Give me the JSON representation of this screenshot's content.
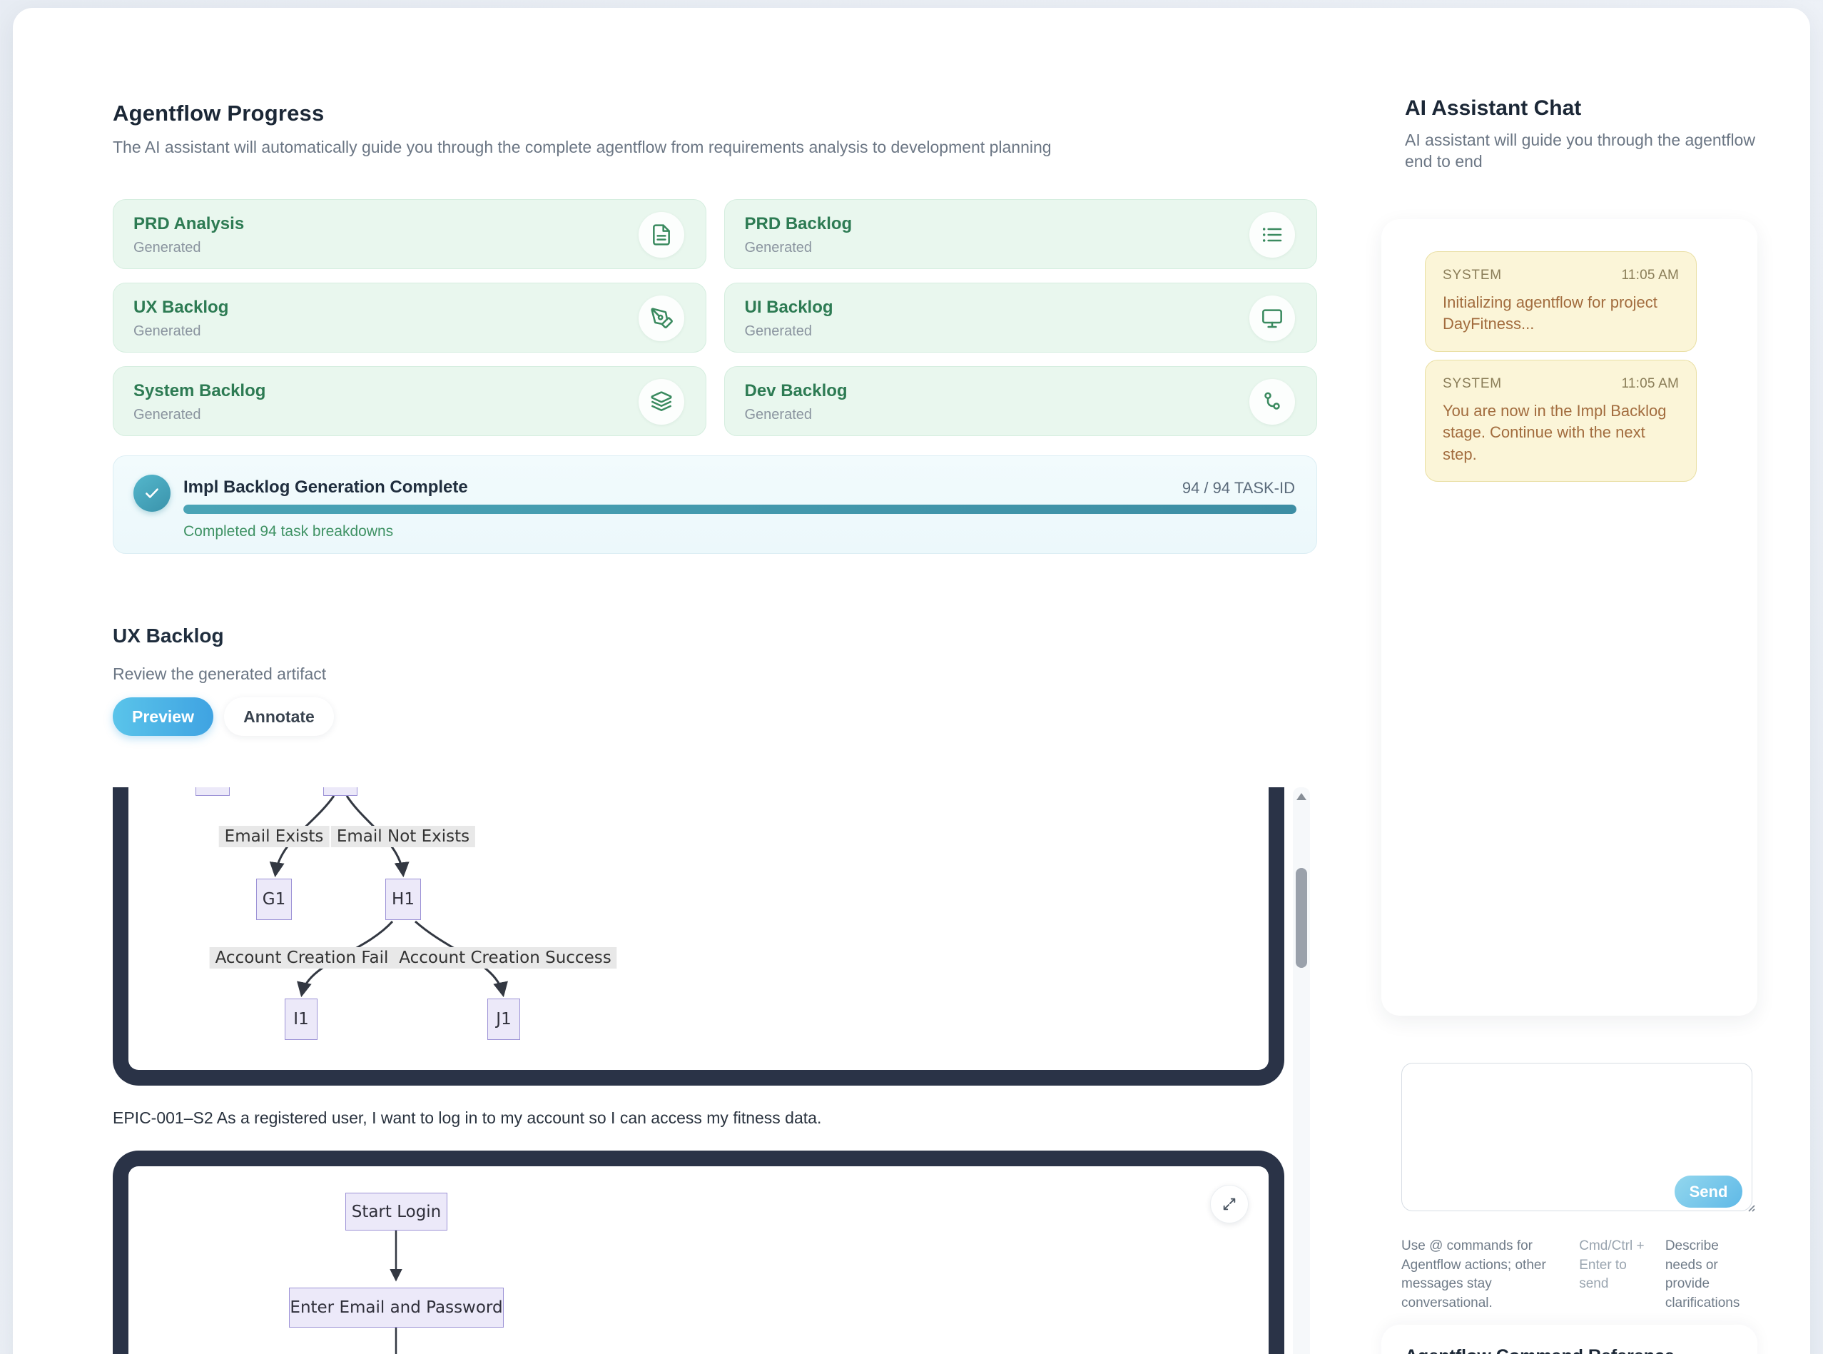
{
  "progress": {
    "title": "Agentflow Progress",
    "subtitle": "The AI assistant will automatically guide you through the complete agentflow from requirements analysis to development planning",
    "cards": [
      {
        "title": "PRD Analysis",
        "status": "Generated",
        "icon": "file-text-icon"
      },
      {
        "title": "PRD Backlog",
        "status": "Generated",
        "icon": "list-icon"
      },
      {
        "title": "UX Backlog",
        "status": "Generated",
        "icon": "pen-tool-icon"
      },
      {
        "title": "UI Backlog",
        "status": "Generated",
        "icon": "monitor-icon"
      },
      {
        "title": "System Backlog",
        "status": "Generated",
        "icon": "layers-icon"
      },
      {
        "title": "Dev Backlog",
        "status": "Generated",
        "icon": "route-icon"
      }
    ],
    "completion": {
      "title": "Impl Backlog Generation Complete",
      "counter": "94 / 94 TASK-ID",
      "percent": 100,
      "note": "Completed 94 task breakdowns"
    }
  },
  "artifact": {
    "title": "UX Backlog",
    "subtitle": "Review the generated artifact",
    "tabs": [
      {
        "label": "Preview",
        "active": true
      },
      {
        "label": "Annotate",
        "active": false
      }
    ],
    "flow1": {
      "edge_labels": [
        "Email Exists",
        "Email Not Exists",
        "Account Creation Fail",
        "Account Creation Success"
      ],
      "nodes": [
        "G1",
        "H1",
        "I1",
        "J1"
      ]
    },
    "story_text": "EPIC-001–S2 As a registered user, I want to log in to my account so I can access my fitness data.",
    "flow2": {
      "nodes": [
        "Start Login",
        "Enter Email and Password"
      ]
    }
  },
  "chat": {
    "title": "AI Assistant Chat",
    "subtitle": "AI assistant will guide you through the agentflow end to end",
    "messages": [
      {
        "sender": "SYSTEM",
        "time": "11:05 AM",
        "text": "Initializing agentflow for project DayFitness..."
      },
      {
        "sender": "SYSTEM",
        "time": "11:05 AM",
        "text": "You are now in the Impl Backlog stage. Continue with the next step."
      }
    ],
    "send_label": "Send",
    "hints": [
      "Use @ commands for Agentflow actions; other messages stay conversational.",
      "Cmd/Ctrl + Enter to send",
      "Describe needs or provide clarifications"
    ]
  },
  "reference": {
    "title": "Agentflow Command Reference"
  },
  "colors": {
    "stage_card_bg": "#e9f7ee",
    "stage_title": "#2d7b53",
    "progress_bar": "#47a0b4",
    "preview_gradient": [
      "#5ac4ea",
      "#3fa3e2"
    ],
    "frame_navy": "#2a3347",
    "flow_node_bg": "#ece9f9",
    "flow_node_border": "#9c92d6",
    "bubble_bg": "#fbf5d8",
    "bubble_border": "#e9dfa4",
    "bubble_text": "#a26c3e",
    "send_gradient": [
      "#93d7ee",
      "#5fb9e7"
    ]
  }
}
